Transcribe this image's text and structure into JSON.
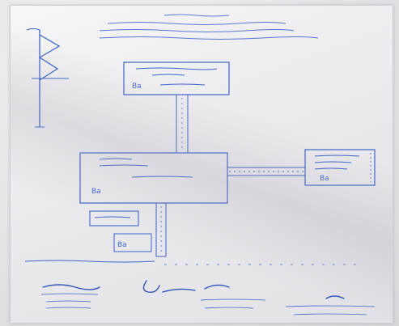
{
  "document": {
    "kind": "hand-drawn site map on paper, photographed",
    "ink_color": "#3a63c9",
    "paper_color": "#ececf0",
    "north_symbol": "north-arrow"
  },
  "blocks": [
    {
      "id": "top-block",
      "label": "Ba"
    },
    {
      "id": "main-block",
      "label": "Ba"
    },
    {
      "id": "right-block",
      "label": "Ba"
    },
    {
      "id": "small-block",
      "label": "Ba"
    }
  ],
  "signatures": {
    "count": 4,
    "marks": [
      "signature-left",
      "signature-center",
      "signature-middle-right",
      "signature-right"
    ]
  }
}
